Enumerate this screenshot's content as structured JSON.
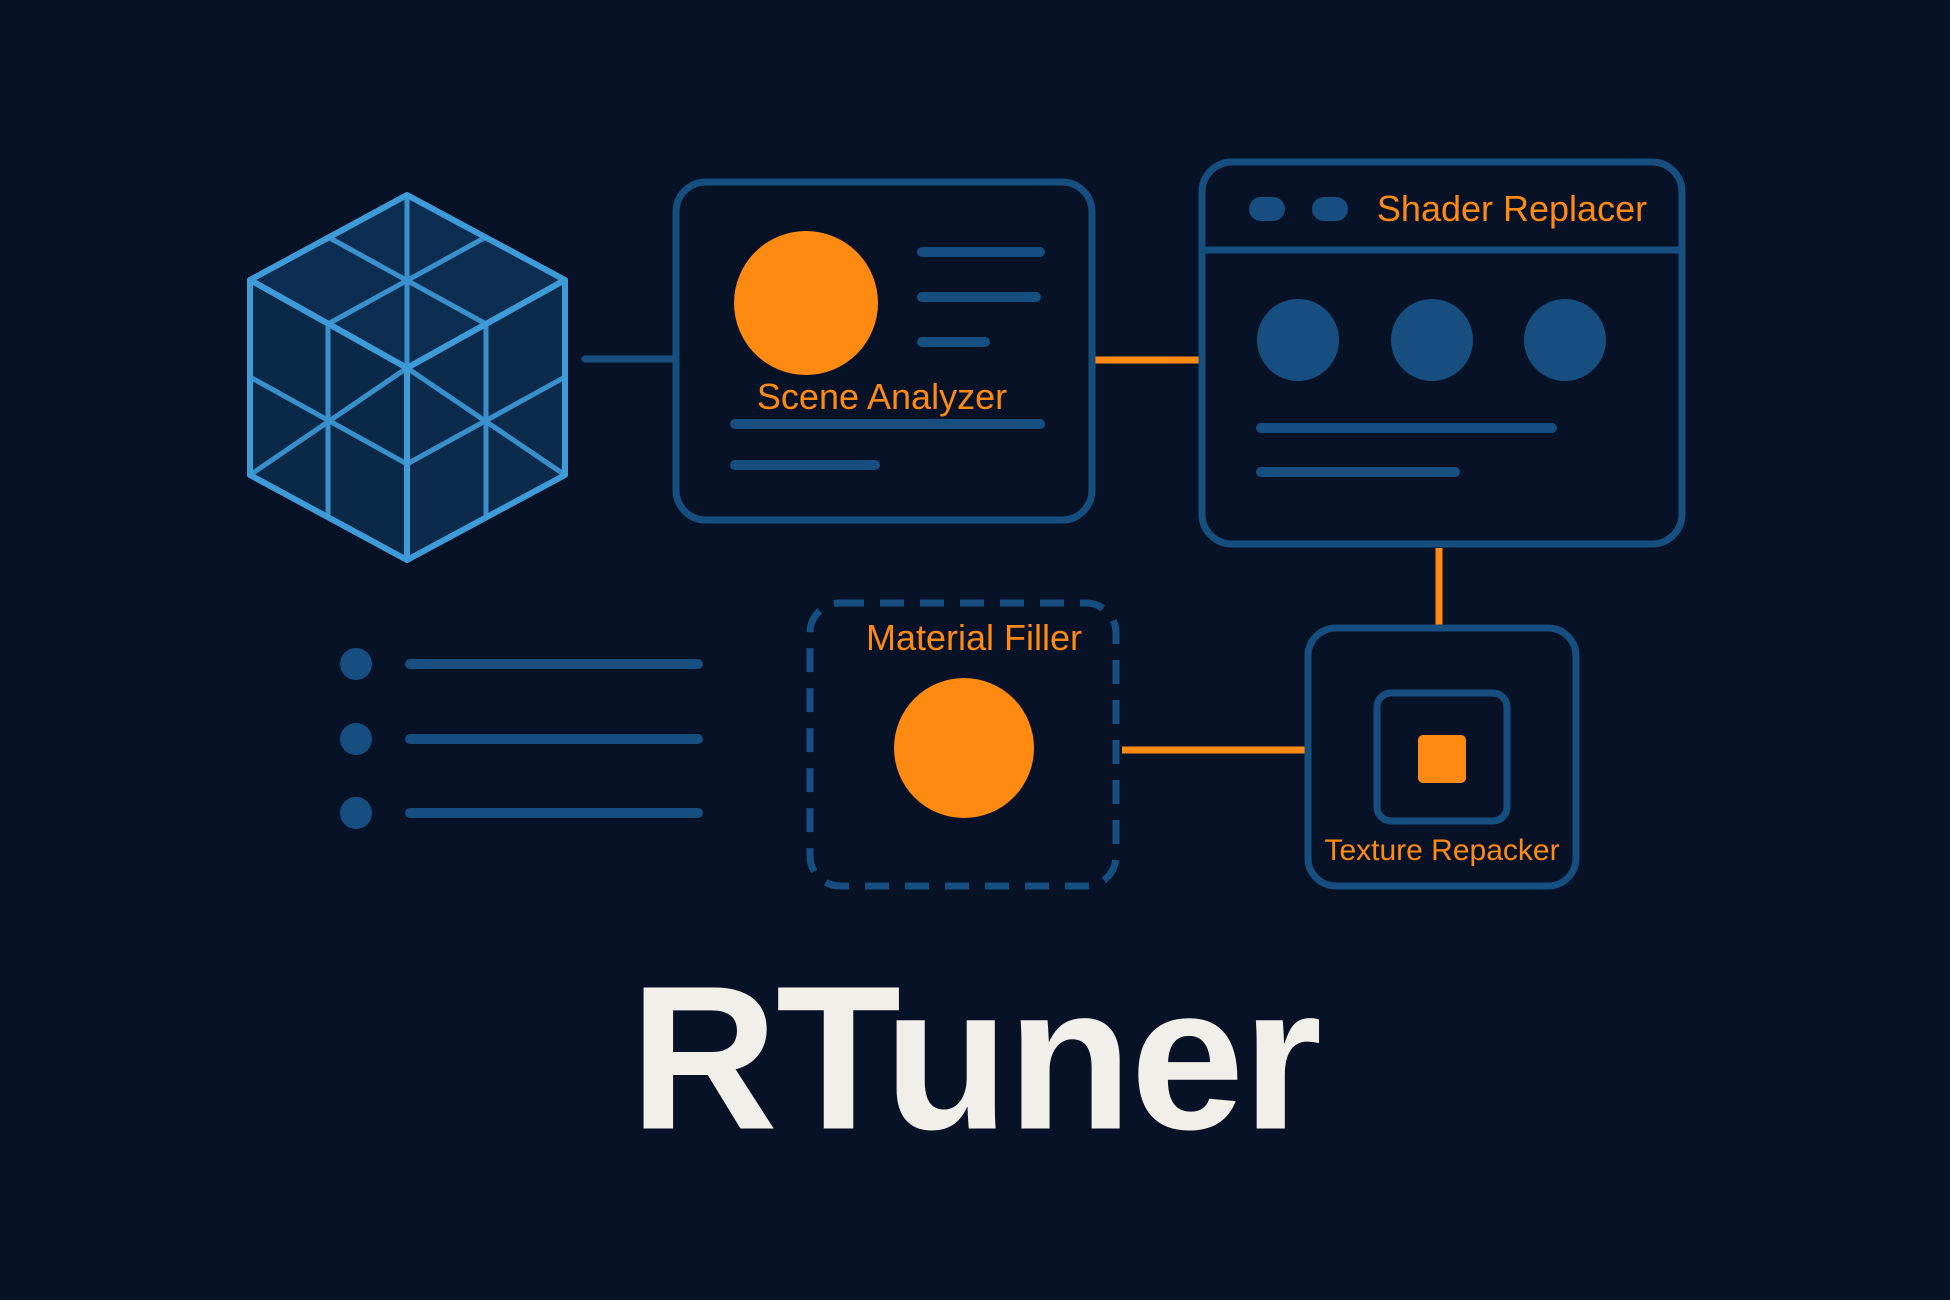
{
  "app": {
    "title": "RTuner"
  },
  "modules": {
    "scene_analyzer": "Scene Analyzer",
    "shader_replacer": "Shader Replacer",
    "material_filler": "Material Filler",
    "texture_repacker": "Texture Repacker"
  },
  "colors": {
    "background": "#081226",
    "accent": "#FF8A12",
    "primary_blue": "#164E80",
    "cube_blue": "#3F9BD8",
    "cube_fill": "#0B2B4E",
    "title_white": "#F1EFEA"
  },
  "icons": {
    "cube": "cube-wireframe-icon",
    "bullet_list": "bullet-list-icon",
    "window_controls": "window-controls-icon",
    "texture": "texture-square-icon"
  }
}
